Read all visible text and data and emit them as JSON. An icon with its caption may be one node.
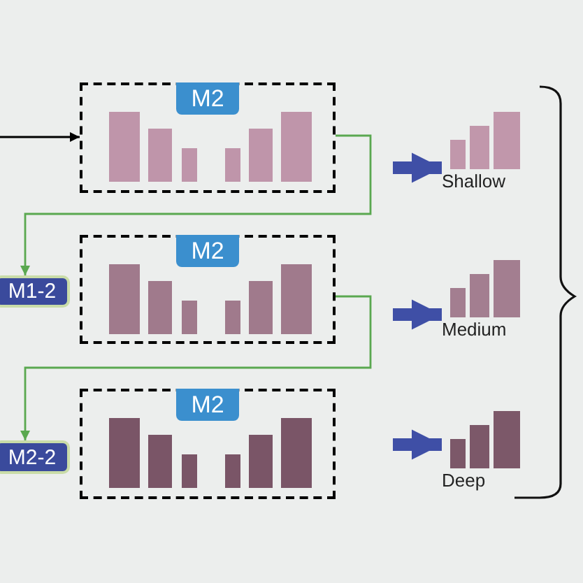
{
  "diagram": {
    "nodes": [
      {
        "text": [
          "M2"
        ]
      },
      {
        "text": [
          "Shallow"
        ]
      },
      {
        "text": [
          "M1-2"
        ]
      },
      {
        "text": [
          "M2"
        ]
      },
      {
        "text": [
          "Medium"
        ]
      },
      {
        "text": [
          "M2-2"
        ]
      },
      {
        "text": [
          "M2"
        ]
      },
      {
        "text": [
          "Deep"
        ]
      }
    ],
    "edges": [
      {
        "from": null,
        "to": 0,
        "arrow": "to",
        "color": "#000000"
      },
      {
        "from": null,
        "to": 1,
        "arrow": "to",
        "style": "thick"
      },
      {
        "from": 0,
        "to": 2,
        "arrow": "to",
        "color": "#5aa850"
      },
      {
        "from": null,
        "to": 4,
        "arrow": "to",
        "style": "thick"
      },
      {
        "from": 3,
        "to": 5,
        "arrow": "to",
        "color": "#5aa850"
      },
      {
        "from": null,
        "to": 7,
        "arrow": "to",
        "style": "thick"
      }
    ]
  }
}
